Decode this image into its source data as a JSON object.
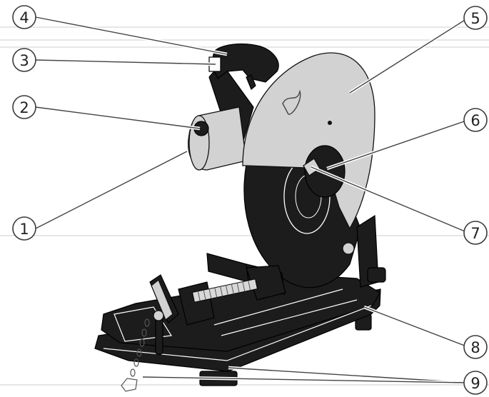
{
  "callouts": [
    {
      "number": "1"
    },
    {
      "number": "2"
    },
    {
      "number": "3"
    },
    {
      "number": "4"
    },
    {
      "number": "5"
    },
    {
      "number": "6"
    },
    {
      "number": "7"
    },
    {
      "number": "8"
    },
    {
      "number": "9"
    }
  ],
  "colors": {
    "body": "#1c1c1c",
    "guard": "#d2d2d2",
    "outline": "#000000",
    "background": "#ffffff"
  }
}
